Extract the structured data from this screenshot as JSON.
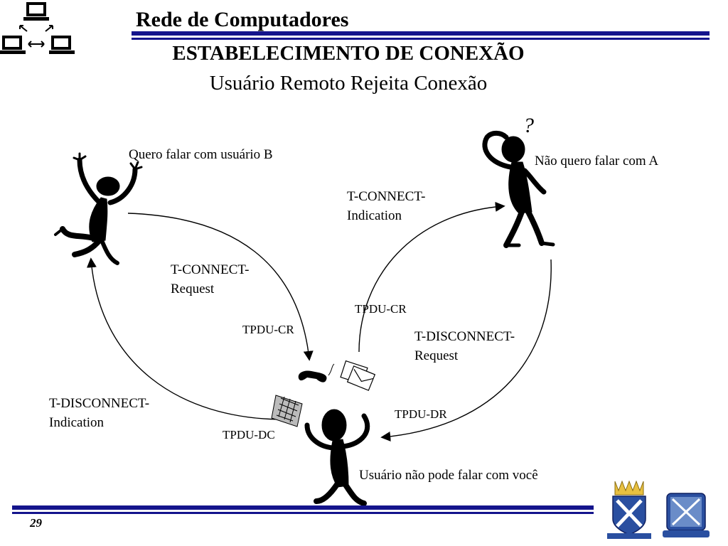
{
  "header": {
    "title": "Rede de Computadores"
  },
  "slide": {
    "title": "ESTABELECIMENTO DE CONEXÃO",
    "subtitle": "Usuário Remoto Rejeita Conexão",
    "page_number": "29"
  },
  "diagram": {
    "speech_a": "Quero falar com usuário B",
    "speech_b": "Não quero falar com A",
    "speech_provider": "Usuário não pode falar com você",
    "connect_request": [
      "T-CONNECT-",
      "Request"
    ],
    "connect_indication": [
      "T-CONNECT-",
      "Indication"
    ],
    "disconnect_request": [
      "T-DISCONNECT-",
      "Request"
    ],
    "disconnect_indication": [
      "T-DISCONNECT-",
      "Indication"
    ],
    "tpdu_cr_1": "TPDU-CR",
    "tpdu_cr_2": "TPDU-CR",
    "tpdu_dr": "TPDU-DR",
    "tpdu_dc": "TPDU-DC",
    "question_mark": "?"
  },
  "colors": {
    "rule": "#14148c",
    "ink": "#000000",
    "logo_blue": "#2a4fa0",
    "logo_gold": "#e8c040"
  }
}
